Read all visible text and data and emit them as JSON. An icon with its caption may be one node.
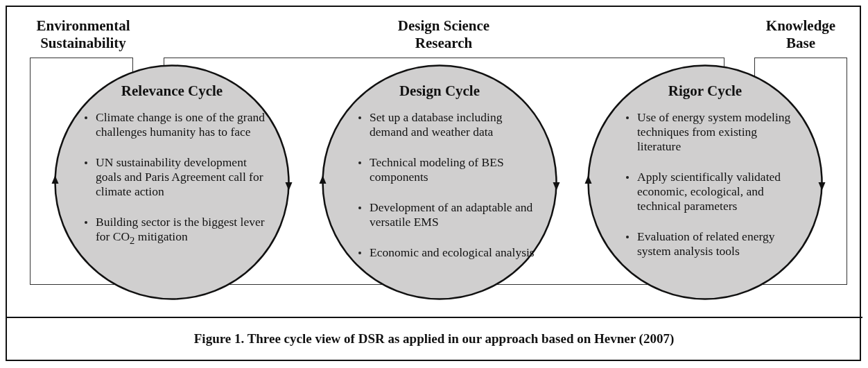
{
  "diagram": {
    "caption": "Figure 1. Three cycle view of DSR as applied in our approach based on Hevner (2007)",
    "nodes": [
      {
        "text": [
          "Environmental Sustainability"
        ]
      },
      {
        "text": [
          "Design Science Research"
        ]
      },
      {
        "text": [
          "Knowledge Base"
        ]
      },
      {
        "text": [
          "Relevance Cycle",
          "Climate change is one of the grand challenges humanity has to face",
          "UN sustainability development goals and Paris Agreement call for climate action",
          "Building sector is the biggest lever for CO$_{2}$ mitigation"
        ]
      },
      {
        "text": [
          "Design Cycle",
          "Set up a database including demand and weather data",
          "Technical modeling of BES components",
          "Development of an adaptable and versatile EMS",
          "Economic and ecological analysis"
        ],
        "in": 1
      },
      {
        "text": [
          "Rigor Cycle",
          "Use of energy system modeling techniques from existing literature",
          "Apply scientifically validated economic, ecological, and technical parameters",
          "Evaluation of related energy system analysis tools"
        ]
      }
    ]
  }
}
